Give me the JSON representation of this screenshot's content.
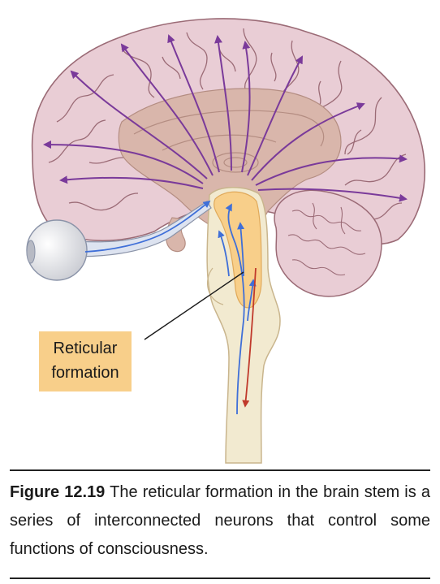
{
  "callout": {
    "line1": "Reticular",
    "line2": "formation"
  },
  "caption": {
    "label": "Figure 12.19",
    "text": "The reticular formation in the brain stem is a series of interconnected neurons that control some functions of consciousness."
  },
  "colors": {
    "cortex": "#e9cdd5",
    "cortex_outline": "#9b6b76",
    "inner_brain": "#d9b6ab",
    "brainstem": "#f2ead0",
    "reticular": "#f8cf8a",
    "projection_arrows": "#7a3a9a",
    "ascending_arrows": "#3f6fd8",
    "descending_arrow": "#c0392b"
  }
}
